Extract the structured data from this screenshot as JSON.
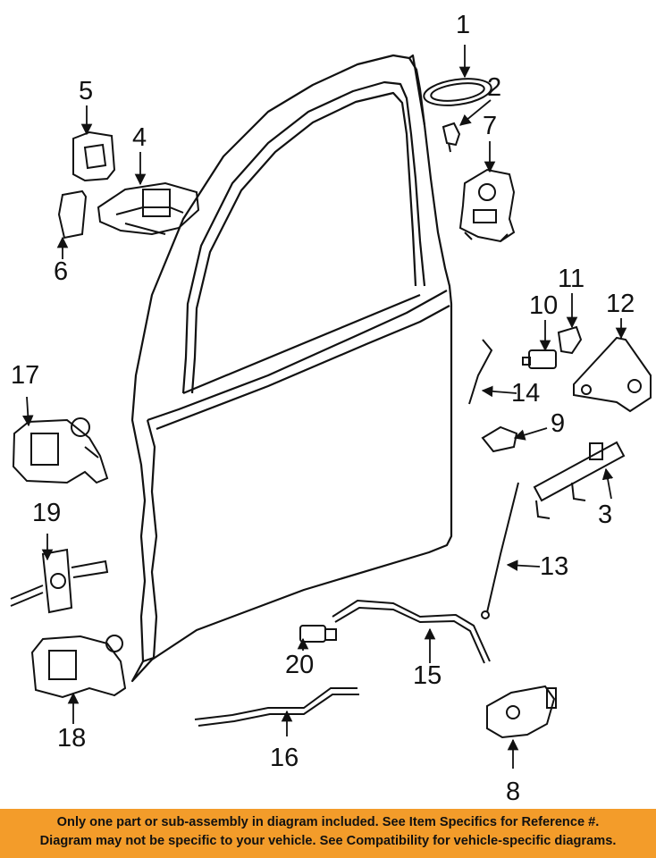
{
  "callouts": [
    {
      "id": "1",
      "label": "1"
    },
    {
      "id": "2",
      "label": "2"
    },
    {
      "id": "3",
      "label": "3"
    },
    {
      "id": "4",
      "label": "4"
    },
    {
      "id": "5",
      "label": "5"
    },
    {
      "id": "6",
      "label": "6"
    },
    {
      "id": "7",
      "label": "7"
    },
    {
      "id": "8",
      "label": "8"
    },
    {
      "id": "9",
      "label": "9"
    },
    {
      "id": "10",
      "label": "10"
    },
    {
      "id": "11",
      "label": "11"
    },
    {
      "id": "12",
      "label": "12"
    },
    {
      "id": "13",
      "label": "13"
    },
    {
      "id": "14",
      "label": "14"
    },
    {
      "id": "15",
      "label": "15"
    },
    {
      "id": "16",
      "label": "16"
    },
    {
      "id": "17",
      "label": "17"
    },
    {
      "id": "18",
      "label": "18"
    },
    {
      "id": "19",
      "label": "19"
    },
    {
      "id": "20",
      "label": "20"
    }
  ],
  "banner": {
    "line1": "Only one part or sub-assembly in diagram included. See Item Specifics for Reference #.",
    "line2": "Diagram may not be specific to your vehicle. See Compatibility for vehicle-specific diagrams."
  },
  "colors": {
    "banner_bg": "#f39c2a",
    "line": "#111111"
  }
}
